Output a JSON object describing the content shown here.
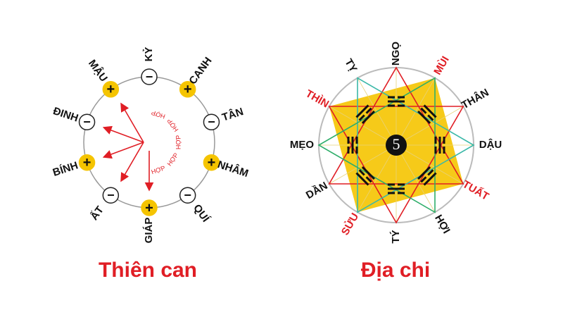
{
  "thien_can": {
    "title": "Thiên can",
    "hop_label": "HỢP",
    "stems": [
      {
        "name": "KỶ",
        "sign": "−"
      },
      {
        "name": "CANH",
        "sign": "+"
      },
      {
        "name": "TÂN",
        "sign": "−"
      },
      {
        "name": "NHÂM",
        "sign": "+"
      },
      {
        "name": "QUÍ",
        "sign": "−"
      },
      {
        "name": "GIÁP",
        "sign": "+"
      },
      {
        "name": "ẤT",
        "sign": "−"
      },
      {
        "name": "BÍNH",
        "sign": "+"
      },
      {
        "name": "ĐINH",
        "sign": "−"
      },
      {
        "name": "MẬU",
        "sign": "+"
      }
    ]
  },
  "dia_chi": {
    "title": "Địa chi",
    "center_number": "5",
    "branches": [
      {
        "name": "NGỌ",
        "color": "#111111"
      },
      {
        "name": "MÙI",
        "color": "#e01e25"
      },
      {
        "name": "THÂN",
        "color": "#111111"
      },
      {
        "name": "DẬU",
        "color": "#111111"
      },
      {
        "name": "TUẤT",
        "color": "#e01e25"
      },
      {
        "name": "HỢI",
        "color": "#111111"
      },
      {
        "name": "TÝ",
        "color": "#111111"
      },
      {
        "name": "SỬU",
        "color": "#e01e25"
      },
      {
        "name": "DẦN",
        "color": "#111111"
      },
      {
        "name": "MẸO",
        "color": "#111111"
      },
      {
        "name": "THÌN",
        "color": "#e01e25"
      },
      {
        "name": "TỴ",
        "color": "#111111"
      }
    ]
  },
  "colors": {
    "red": "#e01e25",
    "yellow": "#f5c400",
    "green": "#2fae6a",
    "teal": "#3bb8a8"
  }
}
